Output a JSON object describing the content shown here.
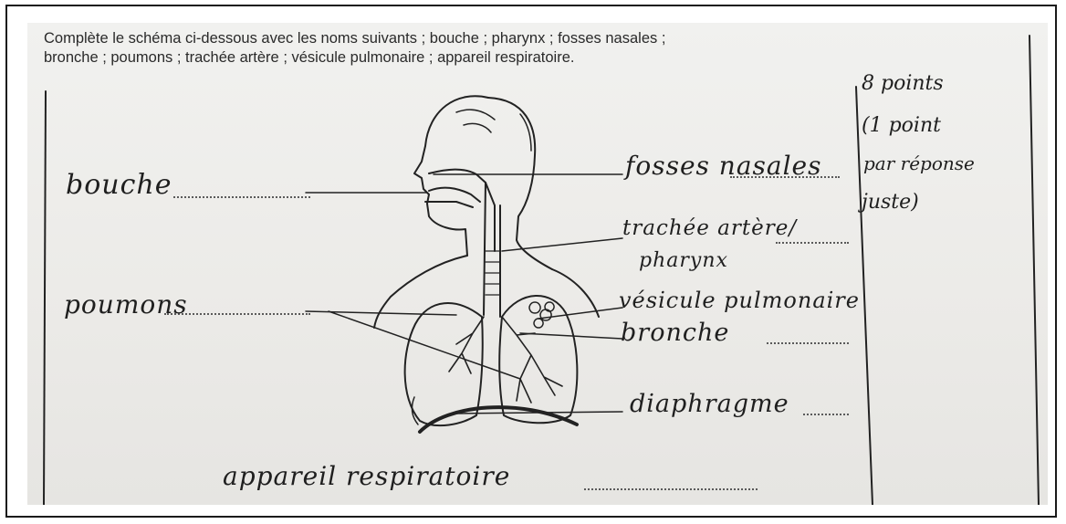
{
  "instruction": {
    "line1": "Complète le schéma ci-dessous avec les noms suivants ; bouche ; pharynx ; fosses nasales ;",
    "line2": "bronche ; poumons ; trachée artère ; vésicule pulmonaire ; appareil respiratoire."
  },
  "labels": {
    "bouche": "bouche",
    "poumons": "poumons",
    "fosses_nasales": "fosses nasales",
    "trachee_artere": "trachée artère/",
    "pharynx": "pharynx",
    "vesicule_pulmonaire": "vésicule pulmonaire",
    "bronche": "bronche",
    "diaphragme": "diaphragme",
    "appareil_respiratoire": "appareil respiratoire"
  },
  "score_note": {
    "line1": "8 points",
    "line2": "(1 point",
    "line3": "par réponse",
    "line4": "juste)"
  },
  "colors": {
    "ink": "#1f1f1f",
    "paper": "#ecebe8",
    "print": "#2a2a2a"
  }
}
